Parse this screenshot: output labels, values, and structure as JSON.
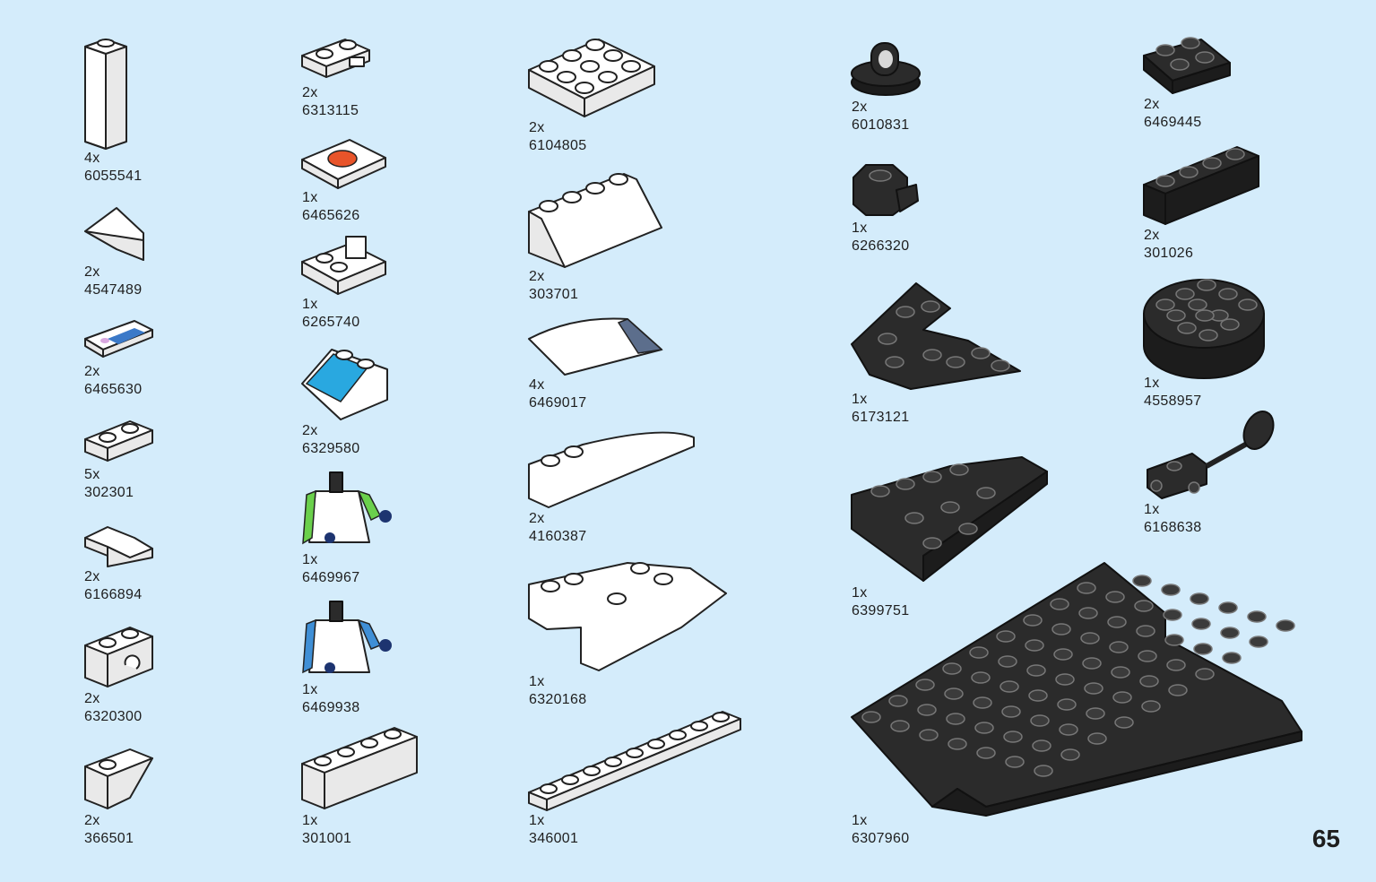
{
  "page_number": "65",
  "parts": [
    {
      "id": "p6055541",
      "qty": "4x",
      "num": "6055541",
      "color": "white"
    },
    {
      "id": "p4547489",
      "qty": "2x",
      "num": "4547489",
      "color": "white"
    },
    {
      "id": "p6465630",
      "qty": "2x",
      "num": "6465630",
      "color": "white"
    },
    {
      "id": "p302301",
      "qty": "5x",
      "num": "302301",
      "color": "white"
    },
    {
      "id": "p6166894",
      "qty": "2x",
      "num": "6166894",
      "color": "white"
    },
    {
      "id": "p6320300",
      "qty": "2x",
      "num": "6320300",
      "color": "white"
    },
    {
      "id": "p366501",
      "qty": "2x",
      "num": "366501",
      "color": "white"
    },
    {
      "id": "p6313115",
      "qty": "2x",
      "num": "6313115",
      "color": "white"
    },
    {
      "id": "p6465626",
      "qty": "1x",
      "num": "6465626",
      "color": "white"
    },
    {
      "id": "p6265740",
      "qty": "1x",
      "num": "6265740",
      "color": "white"
    },
    {
      "id": "p6329580",
      "qty": "2x",
      "num": "6329580",
      "color": "white"
    },
    {
      "id": "p6469967",
      "qty": "1x",
      "num": "6469967",
      "color": "white"
    },
    {
      "id": "p6469938",
      "qty": "1x",
      "num": "6469938",
      "color": "white"
    },
    {
      "id": "p301001",
      "qty": "1x",
      "num": "301001",
      "color": "white"
    },
    {
      "id": "p6104805",
      "qty": "2x",
      "num": "6104805",
      "color": "white"
    },
    {
      "id": "p303701",
      "qty": "2x",
      "num": "303701",
      "color": "white"
    },
    {
      "id": "p6469017",
      "qty": "4x",
      "num": "6469017",
      "color": "white"
    },
    {
      "id": "p4160387",
      "qty": "2x",
      "num": "4160387",
      "color": "white"
    },
    {
      "id": "p6320168",
      "qty": "1x",
      "num": "6320168",
      "color": "white"
    },
    {
      "id": "p346001",
      "qty": "1x",
      "num": "346001",
      "color": "white"
    },
    {
      "id": "p6010831",
      "qty": "2x",
      "num": "6010831",
      "color": "black"
    },
    {
      "id": "p6266320",
      "qty": "1x",
      "num": "6266320",
      "color": "black"
    },
    {
      "id": "p6173121",
      "qty": "1x",
      "num": "6173121",
      "color": "black"
    },
    {
      "id": "p6399751",
      "qty": "1x",
      "num": "6399751",
      "color": "black"
    },
    {
      "id": "p6307960",
      "qty": "1x",
      "num": "6307960",
      "color": "black"
    },
    {
      "id": "p6469445",
      "qty": "2x",
      "num": "6469445",
      "color": "black"
    },
    {
      "id": "p301026",
      "qty": "2x",
      "num": "301026",
      "color": "black"
    },
    {
      "id": "p4558957",
      "qty": "1x",
      "num": "4558957",
      "color": "black"
    },
    {
      "id": "p6168638",
      "qty": "1x",
      "num": "6168638",
      "color": "black"
    }
  ]
}
